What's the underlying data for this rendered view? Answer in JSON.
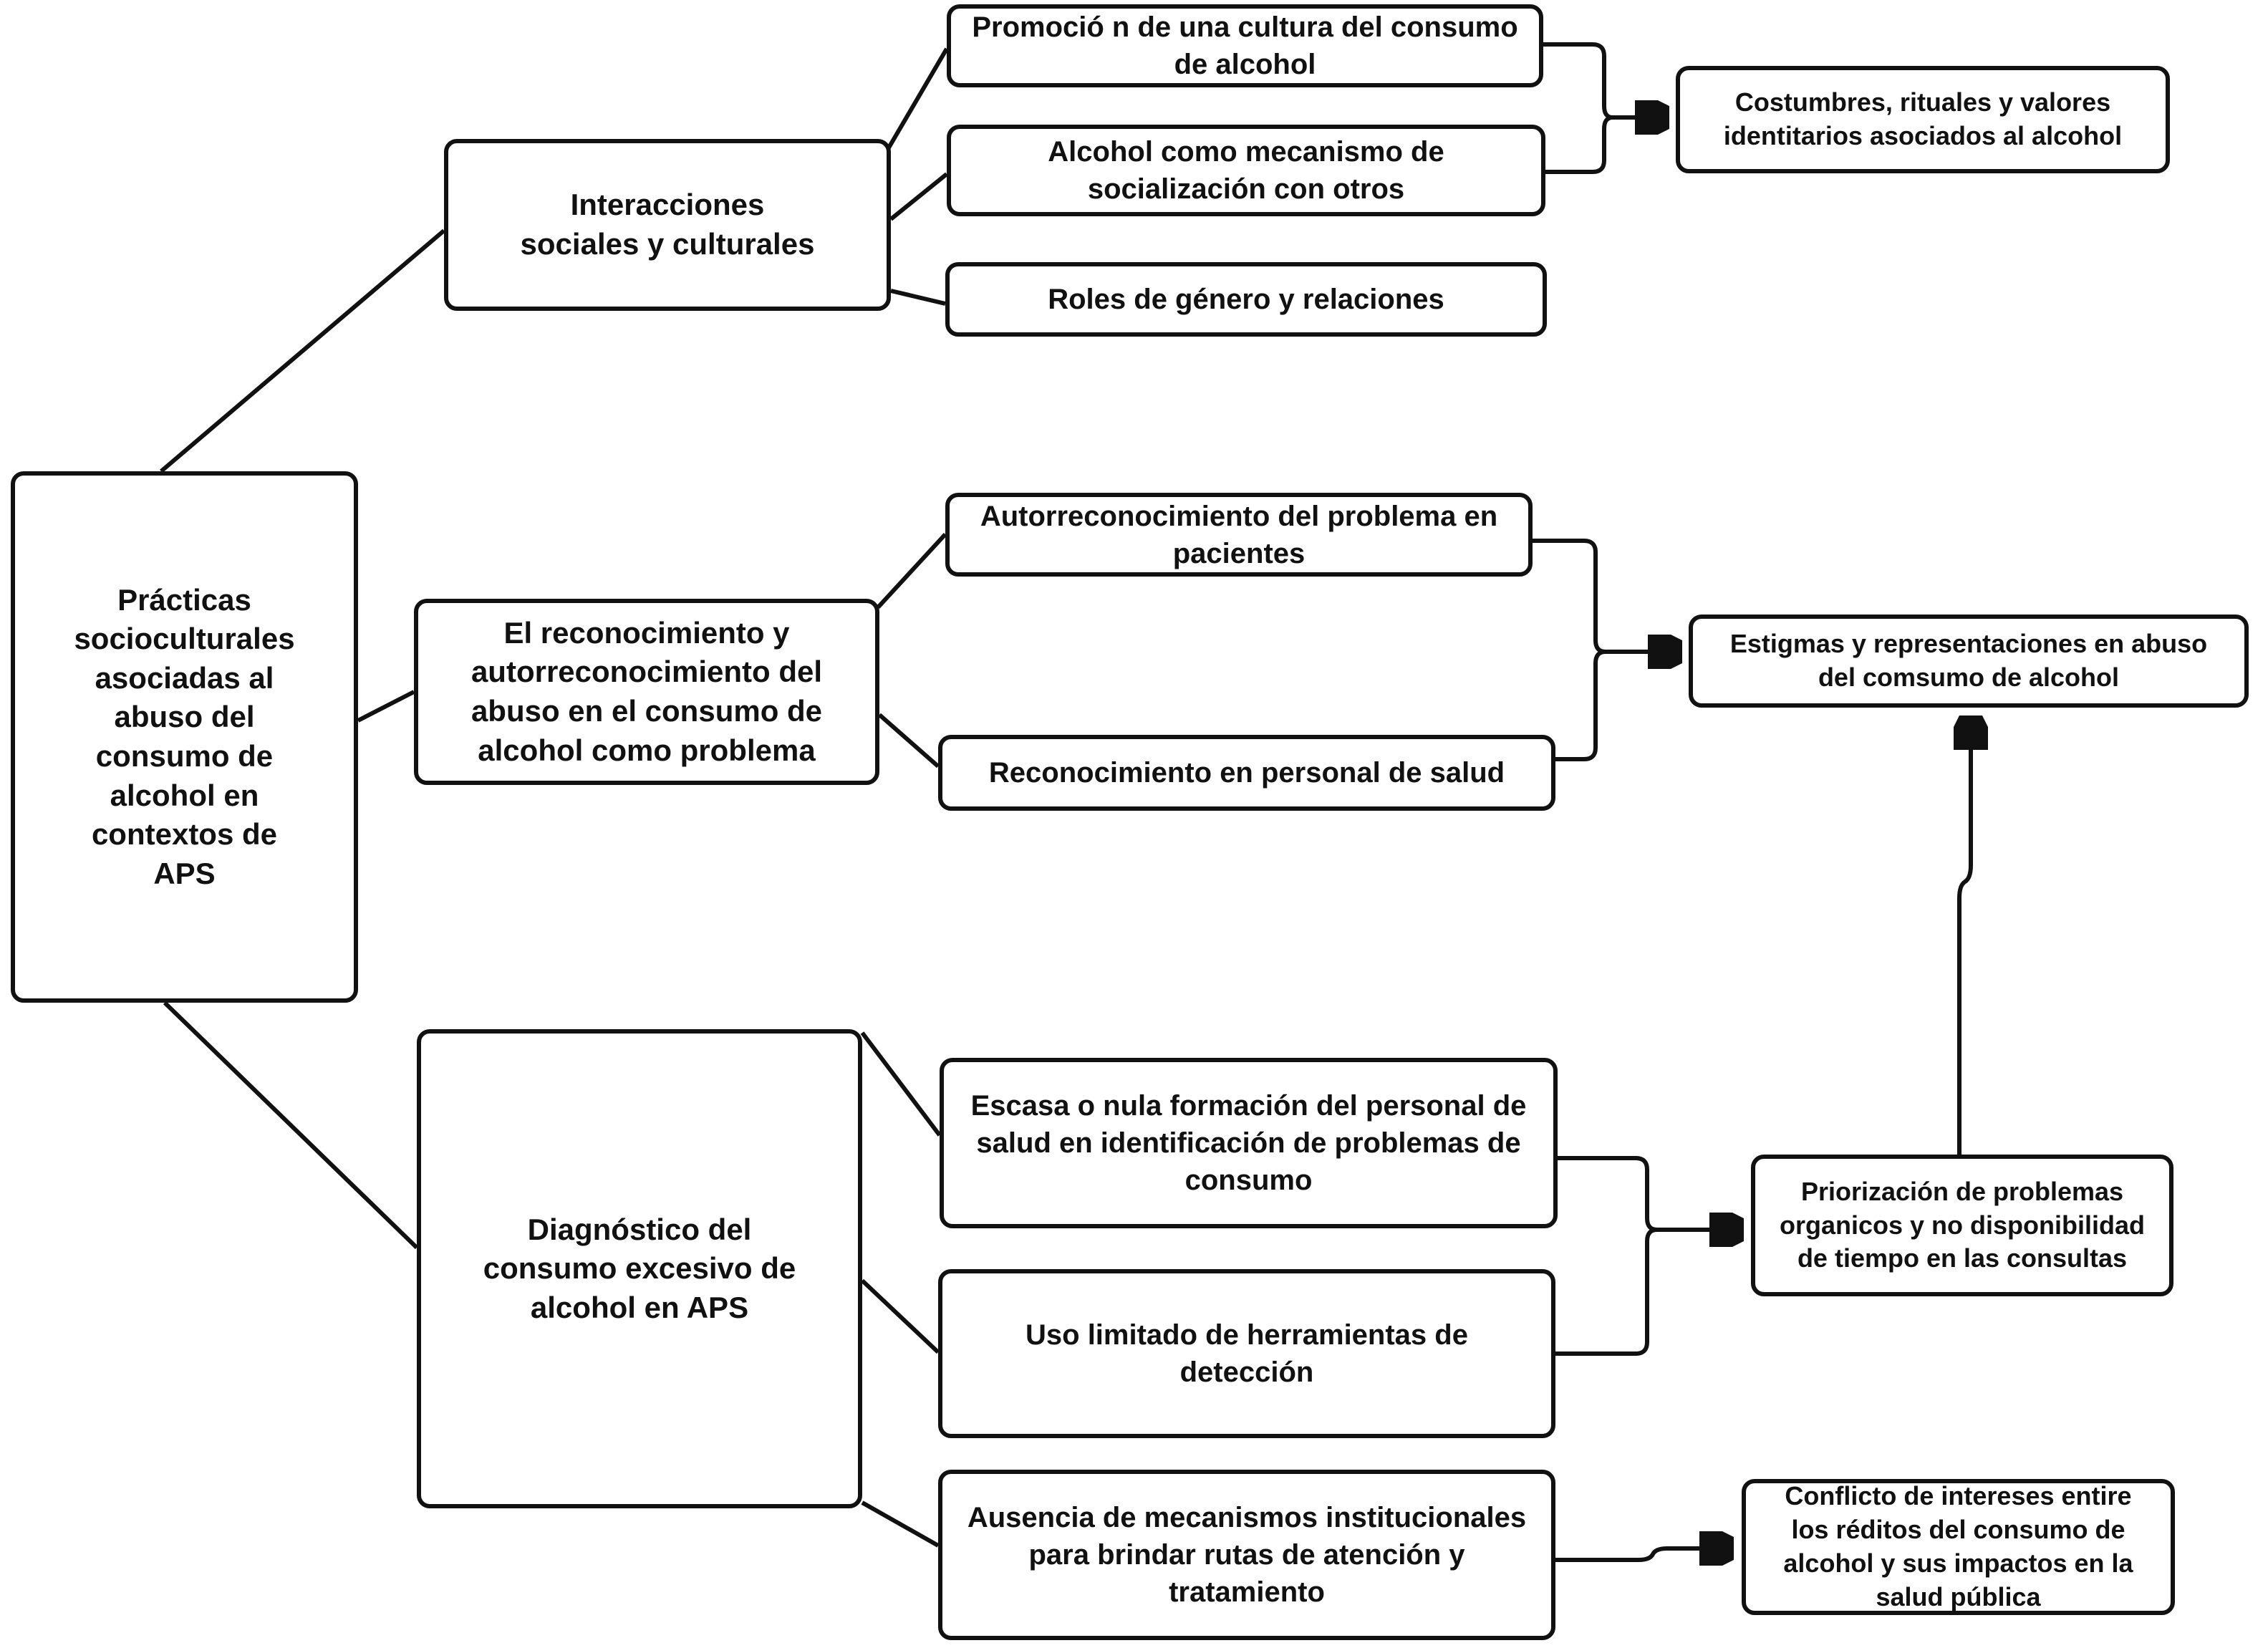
{
  "diagram": {
    "kind": "concept-map",
    "language": "es",
    "colors": {
      "background": "#ffffff",
      "box_fill": "#ffffff",
      "box_border": "#111111",
      "line": "#111111",
      "text": "#111111"
    }
  },
  "nodes": {
    "root": {
      "label": "Prácticas\nsocioculturales\nasociadas al\nabuso del\nconsumo de\nalcohol en\ncontextos de\nAPS"
    },
    "interacciones": {
      "label": "Interacciones\nsociales y culturales"
    },
    "promocion": {
      "label": "Promoció n de una cultura del consumo\nde alcohol"
    },
    "alcohol_social": {
      "label": "Alcohol como mecanismo de\nsocialización con otros"
    },
    "roles": {
      "label": "Roles de género y relaciones"
    },
    "costumbres": {
      "label": "Costumbres, rituales y valores\nidentitarios asociados al alcohol"
    },
    "reconocimiento": {
      "label": "El reconocimiento y\nautorreconocimiento del\nabuso en el consumo de\nalcohol como problema"
    },
    "autorreconocimiento": {
      "label": "Autorreconocimiento del problema en\npacientes"
    },
    "reconocimiento_salud": {
      "label": "Reconocimiento en personal de salud"
    },
    "estigmas": {
      "label": "Estigmas y representaciones en abuso\ndel comsumo de alcohol"
    },
    "diagnostico": {
      "label": "Diagnóstico del\nconsumo excesivo de\nalcohol en APS"
    },
    "escasa_formacion": {
      "label": "Escasa o nula formación del personal de\nsalud en identificación de problemas de\nconsumo"
    },
    "uso_limitado": {
      "label": "Uso limitado de herramientas de\ndetección"
    },
    "ausencia_mecanismos": {
      "label": "Ausencia de mecanismos institucionales\npara brindar rutas de atención y\ntratamiento"
    },
    "priorizacion": {
      "label": "Priorización de problemas\norganicos y no disponibilidad\nde tiempo en las consultas"
    },
    "conflicto": {
      "label": "Conflicto de intereses entire\nlos réditos del consumo de\nalcohol y sus impactos en la\nsalud pública"
    }
  },
  "edges": [
    {
      "from": "root",
      "to": "interacciones",
      "arrow": false
    },
    {
      "from": "root",
      "to": "reconocimiento",
      "arrow": false
    },
    {
      "from": "root",
      "to": "diagnostico",
      "arrow": false
    },
    {
      "from": "interacciones",
      "to": "promocion",
      "arrow": false
    },
    {
      "from": "interacciones",
      "to": "alcohol_social",
      "arrow": false
    },
    {
      "from": "interacciones",
      "to": "roles",
      "arrow": false
    },
    {
      "from": [
        "promocion",
        "alcohol_social"
      ],
      "to": "costumbres",
      "arrow": true
    },
    {
      "from": "reconocimiento",
      "to": "autorreconocimiento",
      "arrow": false
    },
    {
      "from": "reconocimiento",
      "to": "reconocimiento_salud",
      "arrow": false
    },
    {
      "from": [
        "autorreconocimiento",
        "reconocimiento_salud"
      ],
      "to": "estigmas",
      "arrow": true
    },
    {
      "from": "diagnostico",
      "to": "escasa_formacion",
      "arrow": false
    },
    {
      "from": "diagnostico",
      "to": "uso_limitado",
      "arrow": false
    },
    {
      "from": "diagnostico",
      "to": "ausencia_mecanismos",
      "arrow": false
    },
    {
      "from": [
        "escasa_formacion",
        "uso_limitado"
      ],
      "to": "priorizacion",
      "arrow": true
    },
    {
      "from": "priorizacion",
      "to": "estigmas",
      "arrow": true
    },
    {
      "from": "ausencia_mecanismos",
      "to": "conflicto",
      "arrow": true
    }
  ]
}
